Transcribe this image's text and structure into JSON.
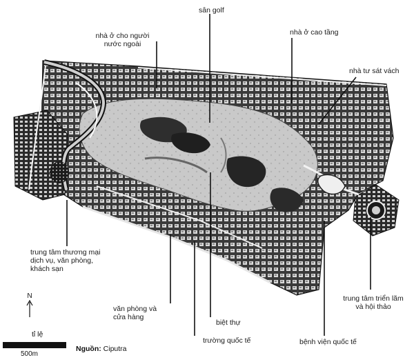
{
  "labels": {
    "san_golf": "sân golf",
    "nha_nuoc_ngoai_1": "nhà ở cho người",
    "nha_nuoc_ngoai_2": "nước ngoài",
    "nha_cao_tang": "nhà ở cao tầng",
    "nha_tu_sat_vach": "nhà tư sát vách",
    "tttm_1": "trung tâm thương mại",
    "tttm_2": "dịch vụ, văn phòng,",
    "tttm_3": "khách sạn",
    "van_phong_1": "văn phòng và",
    "van_phong_2": "cửa hàng",
    "biet_thu": "biệt thự",
    "truong_quoc_te": "trường quốc tế",
    "benh_vien": "bệnh viện quốc tế",
    "trien_lam_1": "trung tâm triển lãm",
    "trien_lam_2": "và hội thảo"
  },
  "legend": {
    "north": "N",
    "scale_title": "tỉ lệ",
    "scale_value": "500m"
  },
  "source": {
    "label": "Nguồn:",
    "value": "Ciputra"
  },
  "colors": {
    "ink": "#1a1a1a",
    "dark": "#2b2b2b",
    "mid": "#6e6e6e",
    "light": "#bdbdbd",
    "paper": "#ffffff"
  }
}
